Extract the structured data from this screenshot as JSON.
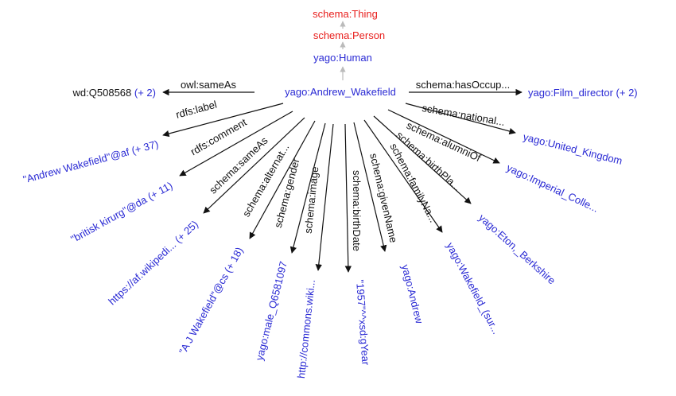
{
  "colors": {
    "class": "#e8201e",
    "resource": "#2a2ad4",
    "edge": "#111111",
    "label": "#111111",
    "faint": "#bbbbbb"
  },
  "hierarchy": [
    {
      "text": "schema:Thing"
    },
    {
      "text": "schema:Person"
    },
    {
      "text": "yago:Human"
    }
  ],
  "center": {
    "text": "yago:Andrew_Wakefield"
  },
  "edges": [
    {
      "predicate": "owl:sameAs",
      "object": "wd:Q508568",
      "more": "(+ 2)",
      "object_color": "label"
    },
    {
      "predicate": "schema:hasOccup...",
      "object": "yago:Film_director",
      "more": "(+ 2)",
      "object_color": "resource"
    },
    {
      "predicate": "rdfs:label",
      "object": "\"Andrew Wakefield\"@af",
      "more": "(+ 37)",
      "object_color": "resource"
    },
    {
      "predicate": "rdfs:comment",
      "object": "\"britisk kirurg\"@da",
      "more": "(+ 11)",
      "object_color": "resource"
    },
    {
      "predicate": "schema:sameAs",
      "object": "https://af.wikipedi...",
      "more": "(+ 25)",
      "object_color": "resource"
    },
    {
      "predicate": "schema:alternat...",
      "object": "\"A J Wakefield\"@cs",
      "more": "(+ 18)",
      "object_color": "resource"
    },
    {
      "predicate": "schema:gender",
      "object": "yago:male_Q6581097",
      "more": "",
      "object_color": "resource"
    },
    {
      "predicate": "schema:image",
      "object": "http://commons.wiki...",
      "more": "",
      "object_color": "resource"
    },
    {
      "predicate": "schema:birthDate",
      "object": "\"1957\"^^xsd:gYear",
      "more": "",
      "object_color": "resource"
    },
    {
      "predicate": "schema:givenName",
      "object": "yago:Andrew",
      "more": "",
      "object_color": "resource"
    },
    {
      "predicate": "schema:familyNa...",
      "object": "yago:Wakefield_(sur...",
      "more": "",
      "object_color": "resource"
    },
    {
      "predicate": "schema:birthPla...",
      "object": "yago:Eton,_Berkshire",
      "more": "",
      "object_color": "resource"
    },
    {
      "predicate": "schema:alumniOf",
      "object": "yago:Imperial_Colle...",
      "more": "",
      "object_color": "resource"
    },
    {
      "predicate": "schema:national...",
      "object": "yago:United_Kingdom",
      "more": "",
      "object_color": "resource"
    }
  ]
}
